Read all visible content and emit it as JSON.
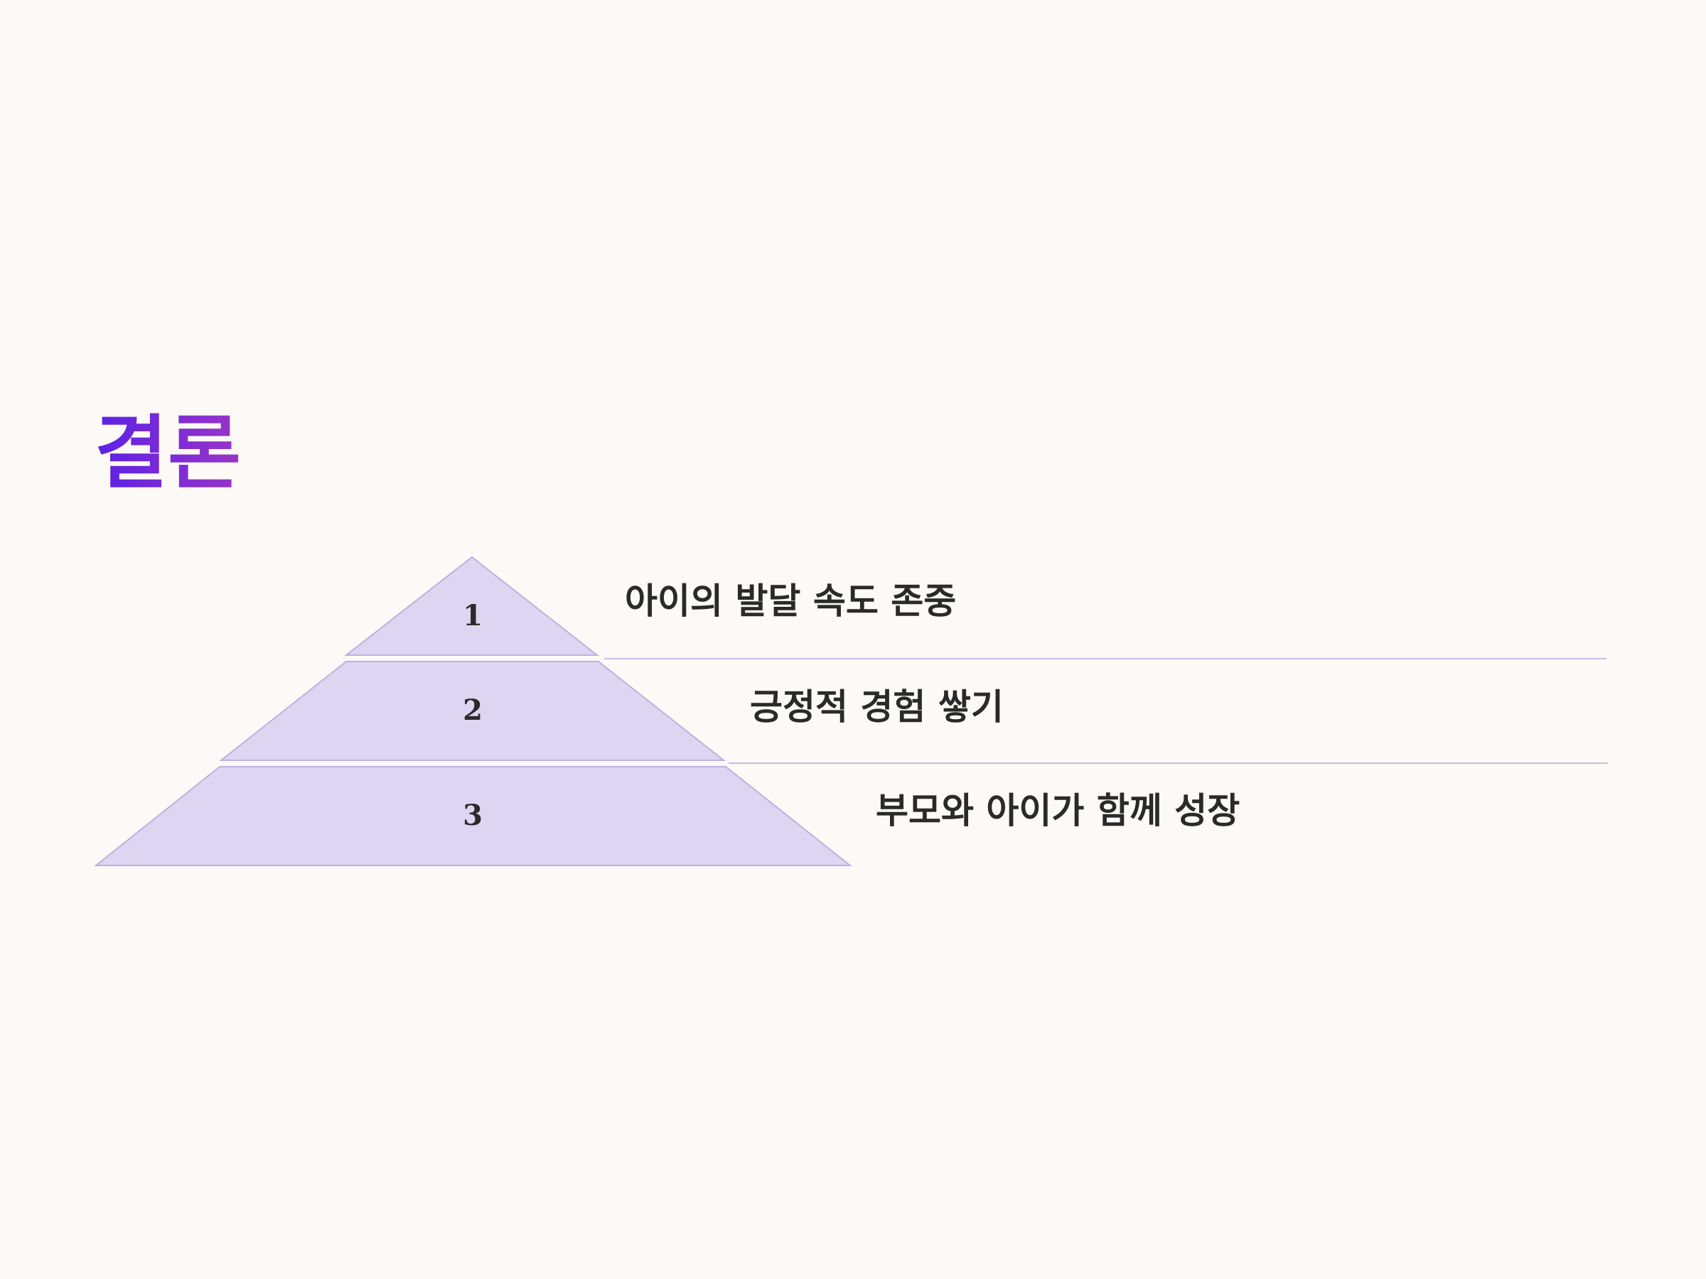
{
  "slide": {
    "title": "결론",
    "tiers": [
      {
        "number": "1",
        "label": "아이의 발달 속도 존중"
      },
      {
        "number": "2",
        "label": "긍정적 경험 쌓기"
      },
      {
        "number": "3",
        "label": "부모와 아이가 함께 성장"
      }
    ]
  },
  "colors": {
    "background": "#fdf9f6",
    "title_gradient_start": "#5b21e6",
    "title_gradient_end": "#9a35c8",
    "tier_fill": "#ddd5f1",
    "tier_stroke": "#bcb2e0",
    "text": "#2a2a2a"
  }
}
